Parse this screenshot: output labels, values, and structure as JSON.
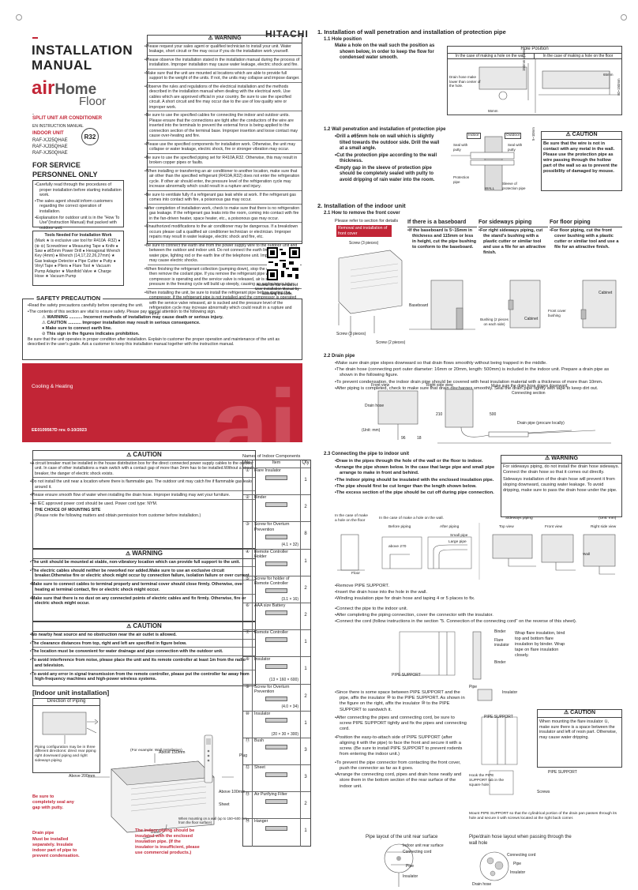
{
  "cover": {
    "title1": "INSTALLATION",
    "title2": "MANUAL",
    "brand_air": "air",
    "brand_home": "Home",
    "brand_floor": "Floor",
    "product_type": "SPLIT UNIT AIR CONDITIONER",
    "lang": "EN INSTRUCTION MANUAL",
    "indoor_unit_label": "INDOOR UNIT",
    "models": [
      "RAF-XJ25QHAE",
      "RAF-XJ35QHAE",
      "RAF-XJ50QHAE"
    ],
    "refrigerant": "R32",
    "service_heading1": "FOR SERVICE",
    "service_heading2": "PERSONNEL ONLY",
    "service_bullets": [
      "Carefully read through the procedures of proper installation before starting installation work.",
      "The sales agent should inform customers regarding the correct operation of installation.",
      "Explanation for outdoor unit is in the \"How To Use\"(Instruction Manual) that packed with outdoor unit."
    ],
    "tools_title": "Tools Needed For Installation Work",
    "tools_text": "(Mark ★ is exclusive use tool for R410A ·R32) ● (⊕ ⊖) Screwdriver ● Measuring Tape ● Knife ● Saw ● ø65mm Power Drill ● Hexagonal Wrench Key (4mm) ● Wrench (14,17,22,26,27mm) ★ Gas leakage Detector ● Pipe Cutter ● Putty ● Vinyl Tape ● Pliers ● Flare Tool ★ Vacuum Pump Adapter ★ Manifold Valve ★ Charge Hose ★ Vacuum Pump",
    "qr_caption": "Access the full version of User Installation Manual by scanning the code.",
    "banner_text": "Cooling & Heating",
    "doc_code": "EE0109567D rev. 0-10/2023",
    "hitachi": "HITACHI"
  },
  "safety": {
    "title": "SAFETY PRECAUTION",
    "lines": [
      "Read the safety precautions carefully before operating the unit.",
      "The contents of this section are vital to ensure safety. Please pay special attention to the following sign."
    ],
    "warning_label": "WARNING",
    "warning_text": "........... Incorrect methods of installation may cause death or serious injury.",
    "caution_label": "CAUTION",
    "caution_text": "........... Improper installation may result in serious consequence.",
    "earth_text": "Make sure to connect earth line.",
    "prohibit_text": "This sign in the figures indicates prohibition.",
    "footer": "Be sure that the unit operates in proper condition after installation. Explain to customer the proper operation and maintenance of the unit as described in the user's guide. Ask a customer to keep this installation manual together with the instruction manual."
  },
  "warning_top": {
    "title": "WARNING",
    "items": [
      "Please request your sales agent or qualified technician to install your unit. Water leakage, short circuit or fire may occur if you do the installation work yourself.",
      "Please observe the installation stated in the installation manual during the process of installation. Improper installation may cause water leakage, electric shock and fire.",
      "Make sure that the unit are mounted at locations which are able to provide full support to the weight of the units. If not, the units may collapse and impose danger.",
      "Observe the rules and regulations of the electrical installation and the methods described in the installation manual when dealing with the electrical work. Use cables which are approved official in your country. Be sure to use the specified circuit. A short circuit and fire may occur due to the use of low quality wire or improper work.",
      "Be sure to use the specified cables for connecting the indoor and outdoor units. Please ensure that the connections are tight after the conductors of the wire are inserted into the terminals to prevent the external force is being applied to the connection section of the terminal base. Improper insertion and loose contact may cause over-heating and fire.",
      "Please use the specified components for installation work. Otherwise, the unit may collapse or water leakage, electric shock, fire or stronger vibration may occur.",
      "Be sure to use the specified piping set for R410A,R32. Otherwise, this may result in broken copper pipes or faults.",
      "When installing or transferring an air conditioner to another location, make sure that air other than the specified refrigerant (R410A,R32) does not enter the refrigeration cycle. If other air should enter, the pressure level of the refrigeration cycle may increase abnormally which could result in a rupture and injury.",
      "Be sure to ventilate fully if a refrigerant gas leak while at work. If the refrigerant gas comes into contact with fire, a poisonous gas may occur.",
      "After completion of installation work, check to make sure that there is no refrigeration gas leakage. If the refrigerant gas leaks into the room, coming into contact with fire in the fan-driven heater, space heater, etc., a poisonous gas may occur.",
      "Unauthorized modifications to the air conditioner may be dangerous. If a breakdown occurs please call a qualified air conditioner technician or electrician. Improper repairs may result in water leakage, electric shock and fire, etc.",
      "Be sure to connect the earth line from the power supply wire to the outdoor unit and between the outdoor and indoor unit. Do not connect the earth line to the gas tube, water pipe, lighting rod or the earth line of the telephone unit. Improper earthing may cause electric shocks.",
      "When finishing the refrigerant collection (pumping down), stop the compressor and then remove the coolant pipe. If you remove the refrigerant pipe while the compressor is operating and the service valve is released, air is sucked and a pressure in the freezing cycle will build up steeply, causing an explosion or injury.",
      "When installing the unit, be sure to install the refrigerant pipe before starting the compressor. If the refrigerant pipe is not installed and the compressor is operated with the service valve released, air is sucked and the pressure level of the refrigeration cycle may increase abnormally which could result in a rupture and injury."
    ]
  },
  "caution_left": {
    "title": "CAUTION",
    "items": [
      "A circuit breaker must be installed in the house distribution box for the direct connected power supply cables to the outdoor unit. In case of other installations a main switch with a contact gap of more than 3mm has to be installed.Without a circuit breaker, the danger of electric shock exists.",
      "Do not install the unit near a location where there is flammable gas. The outdoor unit may catch fire if flammable gas leaks around it.",
      "Please ensure smooth flow of water when installing the drain hose. Improper installing may wet your furniture.",
      "An IEC approved power cord should be used. Power cord type: NYM."
    ],
    "choice_title": "THE CHOICE OF MOUNTING SITE",
    "choice_note": "(Please note the following matters and obtain permission from customer before installation.)"
  },
  "warning_mid": {
    "title": "WARNING",
    "items": [
      "The unit should be mounted at stable, non-vibratory location which can provide full support to the unit.",
      "The electric cables should neither be reworked nor added.Make sure to use an exclusive circuit breaker.Otherwise fire or electric shock might occur by connection failure, isolation failure or over current.",
      "Make sure to connect cables to terminal properly and terminal cover should close firmly. Otherwise, over heating at terminal contact, fire or electric shock might occur.",
      "Make sure that there is no dust on any connected points of electric cables and fix firmly. Otherwise, fire or electric shock might occur."
    ]
  },
  "caution_mid": {
    "title": "CAUTION",
    "items": [
      "No nearby heat source and no obstruction near the air outlet is allowed.",
      "The clearance distances from top, right and left are specified in figure below.",
      "The location must be convenient for water drainage and pipe connection with the outdoor unit.",
      "To avoid interference from noise, please place the unit and its remote controller at least 1m from the radio and television.",
      "To avoid any error in signal transmission from the remote controller, please put the controller far away from high-frequency machines and high-power wireless systems."
    ]
  },
  "indoor_install": {
    "title": "[Indoor unit installation]",
    "direction_label": "Direction of Piping",
    "direction_note": "Piping configuration may be in three different directions: direct rear piping right downward piping and right sideways piping",
    "example": "(For example: Wall installation)",
    "above150": "Above 150mm",
    "above200": "Above 200mm",
    "above100": "Above 100mm",
    "sheet": "Sheet",
    "bush": "Bush",
    "plug": "Plug",
    "putty_note": "Be sure to completely seal any gap with putty.",
    "wall_note": "When mounting on a wall (up to 150~500 mm from the floor surface)",
    "drain_note_title": "Drain pipe",
    "drain_note": "Must be installed separately. Insulate indoor part of pipe to prevent condensation.",
    "pipe_note": "The indoor piping should be insulated with the enclosed insulation pipe. (If the insulator is insufficient, please use commercial products.)"
  },
  "components": {
    "title": "Names of Indoor Components",
    "col_no": "No",
    "col_item": "Item",
    "col_qty": "Qty",
    "rows": [
      {
        "no": "①",
        "name": "Flare Insulator",
        "dims": "",
        "qty": "1"
      },
      {
        "no": "②",
        "name": "Binder",
        "dims": "",
        "qty": "2"
      },
      {
        "no": "③",
        "name": "Screw for Overturn Prevention",
        "dims": "(4.1 × 32)",
        "qty": "8"
      },
      {
        "no": "④",
        "name": "Remote Controller Holder",
        "dims": "",
        "qty": "1"
      },
      {
        "no": "⑤",
        "name": "Screw for holder of Remote Controller",
        "dims": "(3.1 × 16)",
        "qty": "2"
      },
      {
        "no": "⑥",
        "name": "AAA size Battery",
        "dims": "",
        "qty": "2"
      },
      {
        "no": "⑦",
        "name": "Remote Controller",
        "dims": "",
        "qty": "1"
      },
      {
        "no": "⑧",
        "name": "Insulator",
        "dims": "(13 × 160 × 600)",
        "qty": "1"
      },
      {
        "no": "⑨",
        "name": "Screw for Overturn Prevention",
        "dims": "(4.0 × 34)",
        "qty": "2"
      },
      {
        "no": "⑩",
        "name": "Insulator",
        "dims": "(20 × 30 × 300)",
        "qty": "1"
      },
      {
        "no": "⑪",
        "name": "Bush",
        "dims": "",
        "qty": "3"
      },
      {
        "no": "⑫",
        "name": "Sheet",
        "dims": "",
        "qty": "3"
      },
      {
        "no": "⑬",
        "name": "Air Purifying Filter",
        "dims": "",
        "qty": "2"
      },
      {
        "no": "⑭",
        "name": "Hanger",
        "dims": "",
        "qty": "1"
      }
    ]
  },
  "s1": {
    "title": "1.  Installation of wall penetration and installation of protection pipe",
    "s11_title": "1.1  Hole position",
    "s11_text": "Make a hole on the wall such the position as shown below, in order to keep the flow for condensed water smooth.",
    "hole_table_title": "Hole Position",
    "hole_col1": "In the case of making a hole on the wall.",
    "hole_col2": "In the case of making a hole on the floor",
    "drain_hose_note": "Drain hose make lower than center of the hole.",
    "dim_55": "55mm",
    "dim_150": "150mm or less",
    "dim_65": "65mm",
    "dim_80": "80~150mm",
    "s12_title": "1.2  Wall penetration and installation of protection pipe",
    "s12_bullets": [
      "Drill a ø65mm hole on wall which is slightly tilted towards the outdoor side. Drill the wall at a small angle.",
      "Cut the protection pipe according to the wall thickness.",
      "Empty gap in the sleeve of protection pipe should be completely sealed with putty to avoid dripping of rain water into the room."
    ],
    "indoor": "Indoor",
    "outdoor": "Outdoor",
    "seal_putty": "Seal with putty",
    "prot_pipe": "Protection pipe",
    "wall": "WALL",
    "sleeve": "Sleeve of protection pipe",
    "angle": "5~10mm",
    "caution_title": "CAUTION",
    "caution_text": "Be sure that the wire is not in contact with any metal in the wall. Please use the protection pipe as wire passing through the hollow part of the wall so as to prevent the possibility of damaged by mouse."
  },
  "s2": {
    "title": "2.  Installation of the indoor unit",
    "s21_title": "2.1  How to remove the front cover",
    "refer": "Please refer to section for details",
    "removal_label": "Removal and installation of front cover",
    "screw3": "Screw (3 pieces)",
    "screw3b": "Screw (3 pieces)",
    "screw2": "Screw (2 pieces)",
    "baseboard_title": "If there is a baseboard",
    "baseboard_text": "If the baseboard is 5~15mm in thickness and 115mm or less in height, cut the pipe bushing to conform to the baseboard.",
    "baseboard": "Baseboard",
    "sideways_title": "For sideways piping",
    "sideways_text": "For right sideways piping, cut the stand's bushing with a plastic cutter or similar tool and use a file for an attractive finish.",
    "bushing": "Bushing (2 pieces on each side)",
    "cabinet": "Cabinet",
    "floor_title": "For floor piping",
    "floor_text": "For floor piping, cut the front cover bushing with a plastic cutter or similar tool and use a file for an attractive finish.",
    "front_cover_bushing": "Front cover bushing",
    "s22_title": "2.2  Drain pipe",
    "s22_bullets": [
      "Make sure drain pipe slopes downward so that drain flows smoothly without being trapped in the middle.",
      "The drain hose (connecting port outer diameter: 16mm or 20mm, length: 500mm) is included in the indoor unit. Prepare a drain pipe as shown in the following figure.",
      "To prevent condensation, the indoor drain pipe should be covered with heat insulation material with a thickness of more than 10mm.",
      "After piping is completed, check to make sure that drain discharges smoothly. Seal the drain pipe tightly with tape to keep dirt out."
    ],
    "front_view": "Front view",
    "right_side_view": "Right side view",
    "slope_note": "Make sure the drain hose slopes downward.",
    "connecting_section": "Connecting section",
    "drain_hose": "Drain hose",
    "drain_pipe_local": "Drain pipe (procure locally)",
    "unit_mm": "(Unit: mm)",
    "d210": "210",
    "d500": "500",
    "d96": "96",
    "d18": "18",
    "s23_title": "2.3  Connecting the pipe to indoor unit",
    "s23_bullets": [
      "Draw in the pipes through the hole of the wall or the floor to indoor.",
      "Arrange the pipe shown below. In the case that large pipe and small pipe arrange to make in front and behind.",
      "The indoor piping should be insulated with the enclosed insulation pipe.",
      "The pipe should first be cut longer than the length shown below.",
      "The excess section of the pipe should be cut off during pipe connection."
    ],
    "warn_title": "WARNING",
    "warn_text1": "For sideways piping, do not install the drain hose sideways. Connect the drain hose so that it comes out directly.",
    "warn_text2": "Sideways installation of the drain hose will prevent it from sloping downward, causing water leakage. To avoid dripping, make sure to pass the drain hose under the pipe.",
    "case_floor": "In the case of make a hole on the floor",
    "case_wall": "In the case of make a hole on the wall.",
    "sideways_piping": "Sideways piping",
    "unit_mm2": "(Unit: mm)",
    "before_piping": "Before piping",
    "after_piping": "After piping",
    "small_pipe": "Small pipe",
    "large_pipe": "Large pipe",
    "above270": "above 270",
    "top_view": "Top view",
    "front_view2": "Front view",
    "right_side_view2": "Right side view",
    "floor": "Floor",
    "wall": "Wall",
    "steps": [
      "Remove PIPE SUPPORT.",
      "Insert the drain hose into the hole in the wall.",
      "Winding insulation pipe for drain hose and taping 4 or 5 places to fix."
    ],
    "steps2": [
      "Connect the pipe to the indoor unit.",
      "After completing the piping connection, cover the connector with the insulator.",
      "Connect the cord (follow instructions in the section \"5. Connection of the connecting cord\" on the reverse of this sheet)."
    ],
    "binder": "Binder",
    "flare_ins": "Flare insulator",
    "wrap_note": "Wrap flare insulation, bind top and bottom flare insulation by binder. Wrap tape on flare insulation closely.",
    "pipe_support": "PIPE SUPPORT",
    "pipe": "Pipe",
    "insulator": "Insulator",
    "space_bullets": [
      "Since there is some space between PIPE SUPPORT and the pipe, affix the insulator ⑩ to the PIPE SUPPORT. As shown in the figure on the right, affix the insulator ⑩ to the PIPE SUPPORT to sandwich it.",
      "After connecting the pipes and connecting cord, be sure to screw PIPE SUPPORT tightly and fix the pipes and connecting cord.",
      "Position the easy-to-attach side of PIPE SUPPORT (after aligning it with the pipe) to face the front and secure it with a screw. (Be sure to install PIPE SUPPORT to prevent rodents from entering the indoor unit.)",
      "To prevent the pipe connector from contacting the front cover, push the connector as far as it goes.",
      "Arrange the connecting cord, pipes and drain hose neatly and store them in the bottom section of the rear surface of the indoor unit."
    ],
    "hook_note": "Hook the PIPE SUPPORT tab in the square hole.",
    "screws": "Screws",
    "caution_title": "CAUTION",
    "caution_text": "When mounting the flare insulator ①, make sure there is a space between the insulator and left of resin part. Otherwise, may cause water dripping.",
    "mount_note": "Mount PIPE SUPPORT so that the cylindrical portion of the drain pan passes through its hole and secure it with screws located at the right back corner.",
    "layout1_title": "Pipe layout of the unit rear surface",
    "layout2_title": "Pipe/drain hose layout when passing through the wall hole",
    "indoor_rear": "Indoor unit rear surface",
    "connecting_cord": "Connecting cord",
    "insulator6": "Insulator",
    "drain_hose2": "Drain hose"
  }
}
